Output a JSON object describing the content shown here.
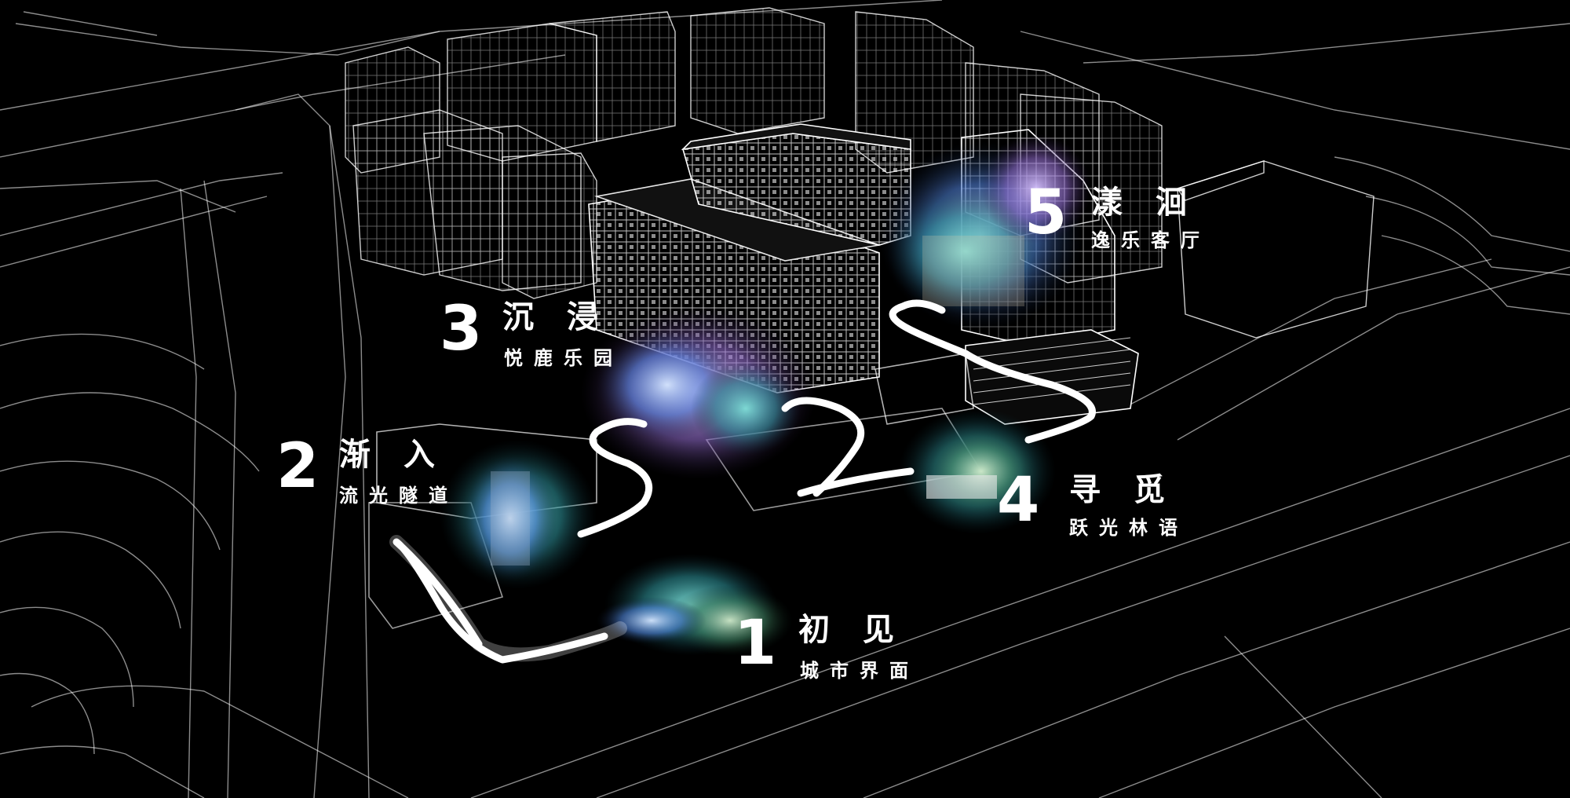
{
  "stops": [
    {
      "id": "stop-1",
      "number": "1",
      "title": "初见",
      "subtitle": "城市界面"
    },
    {
      "id": "stop-2",
      "number": "2",
      "title": "渐入",
      "subtitle": "流光隧道"
    },
    {
      "id": "stop-3",
      "number": "3",
      "title": "沉浸",
      "subtitle": "悦鹿乐园"
    },
    {
      "id": "stop-4",
      "number": "4",
      "title": "寻觅",
      "subtitle": "跃光林语"
    },
    {
      "id": "stop-5",
      "number": "5",
      "title": "漾洄",
      "subtitle": "逸乐客厅"
    }
  ],
  "colors": {
    "background": "#000000",
    "linework": "#ffffff",
    "path": "#ffffff",
    "teal_glow": "#3fa9a6",
    "purple_glow": "#9b6fc4",
    "blue_glow": "#4f7fd6"
  }
}
